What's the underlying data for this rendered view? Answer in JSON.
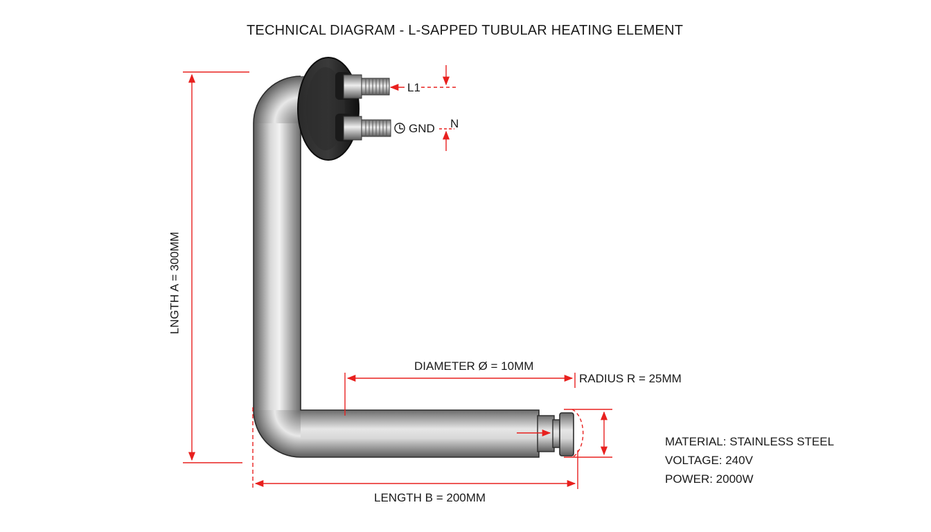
{
  "title": "TECHNICAL DIAGRAM - L-SAPPED TUBULAR HEATING ELEMENT",
  "labels": {
    "terminal_l1": "L1",
    "terminal_gnd": "GND",
    "terminal_n": "N",
    "length_a": "LNGTH A = 300MM",
    "length_b": "LENGTH B = 200MM",
    "diameter": "DIAMETER Ø = 10MM",
    "radius": "RADIUS R = 25MM"
  },
  "specs": [
    "MATERIAL: STAINLESS STEEL",
    "VOLTAGE: 240V",
    "POWER: 2000W"
  ],
  "colors": {
    "dimension": "#e8201e",
    "tube": "#9a9a9a",
    "flange": "#1f1f1f",
    "text": "#1a1a1a"
  },
  "icons": {
    "ground": "ground-icon"
  }
}
